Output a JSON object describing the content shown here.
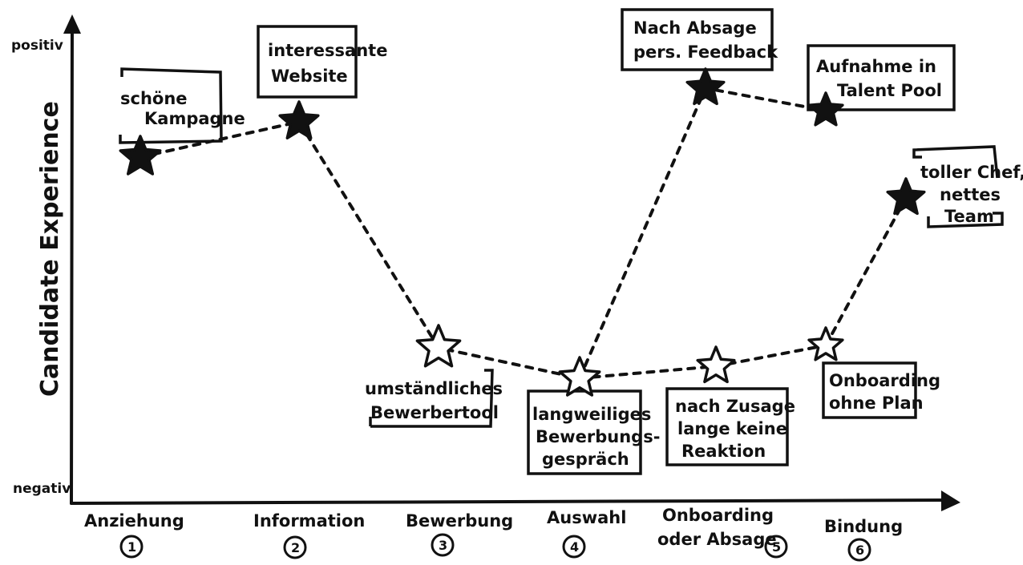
{
  "axis": {
    "y_top": "positiv",
    "y_bottom": "negativ",
    "y_title": "Candidate Experience"
  },
  "phases": [
    {
      "label": "Anziehung",
      "number": "1"
    },
    {
      "label": "Information",
      "number": "2"
    },
    {
      "label": "Bewerbung",
      "number": "3"
    },
    {
      "label": "Auswahl",
      "number": "4"
    },
    {
      "label": "Onboarding",
      "label2": "oder Absage",
      "number": "5"
    },
    {
      "label": "Bindung",
      "number": "6"
    }
  ],
  "positive_path": [
    "e1",
    "e2",
    "e3",
    "e4",
    "e5",
    "e6"
  ],
  "positive_tail": [
    "e4",
    "e7",
    "e8"
  ],
  "negative_path": [
    "e9",
    "e10"
  ],
  "events": [
    {
      "id": "e1",
      "filled": true,
      "lines": [
        "schöne",
        "Kampagne"
      ]
    },
    {
      "id": "e2",
      "filled": true,
      "lines": [
        "interessante",
        "Website"
      ]
    },
    {
      "id": "e3",
      "filled": false,
      "lines": [
        "umständliches",
        "Bewerbertool"
      ]
    },
    {
      "id": "e4",
      "filled": false,
      "lines": [
        "langweiliges",
        "Bewerbungs-",
        "gespräch"
      ]
    },
    {
      "id": "e5",
      "filled": false,
      "lines": [
        "nach Zusage",
        "lange keine",
        "Reaktion"
      ]
    },
    {
      "id": "e6",
      "filled": false,
      "lines": [
        "Onboarding",
        "ohne Plan"
      ]
    },
    {
      "id": "e7",
      "filled": true,
      "lines": [
        "Nach Absage",
        "pers. Feedback"
      ]
    },
    {
      "id": "e8",
      "filled": true,
      "lines": [
        "Aufnahme in",
        "Talent Pool"
      ]
    },
    {
      "id": "e9",
      "filled": false,
      "lines": []
    },
    {
      "id": "e10",
      "filled": true,
      "lines": [
        "toller Chef,",
        "nettes",
        "Team"
      ]
    }
  ],
  "colors": {
    "ink": "#111111",
    "paper": "#ffffff"
  }
}
